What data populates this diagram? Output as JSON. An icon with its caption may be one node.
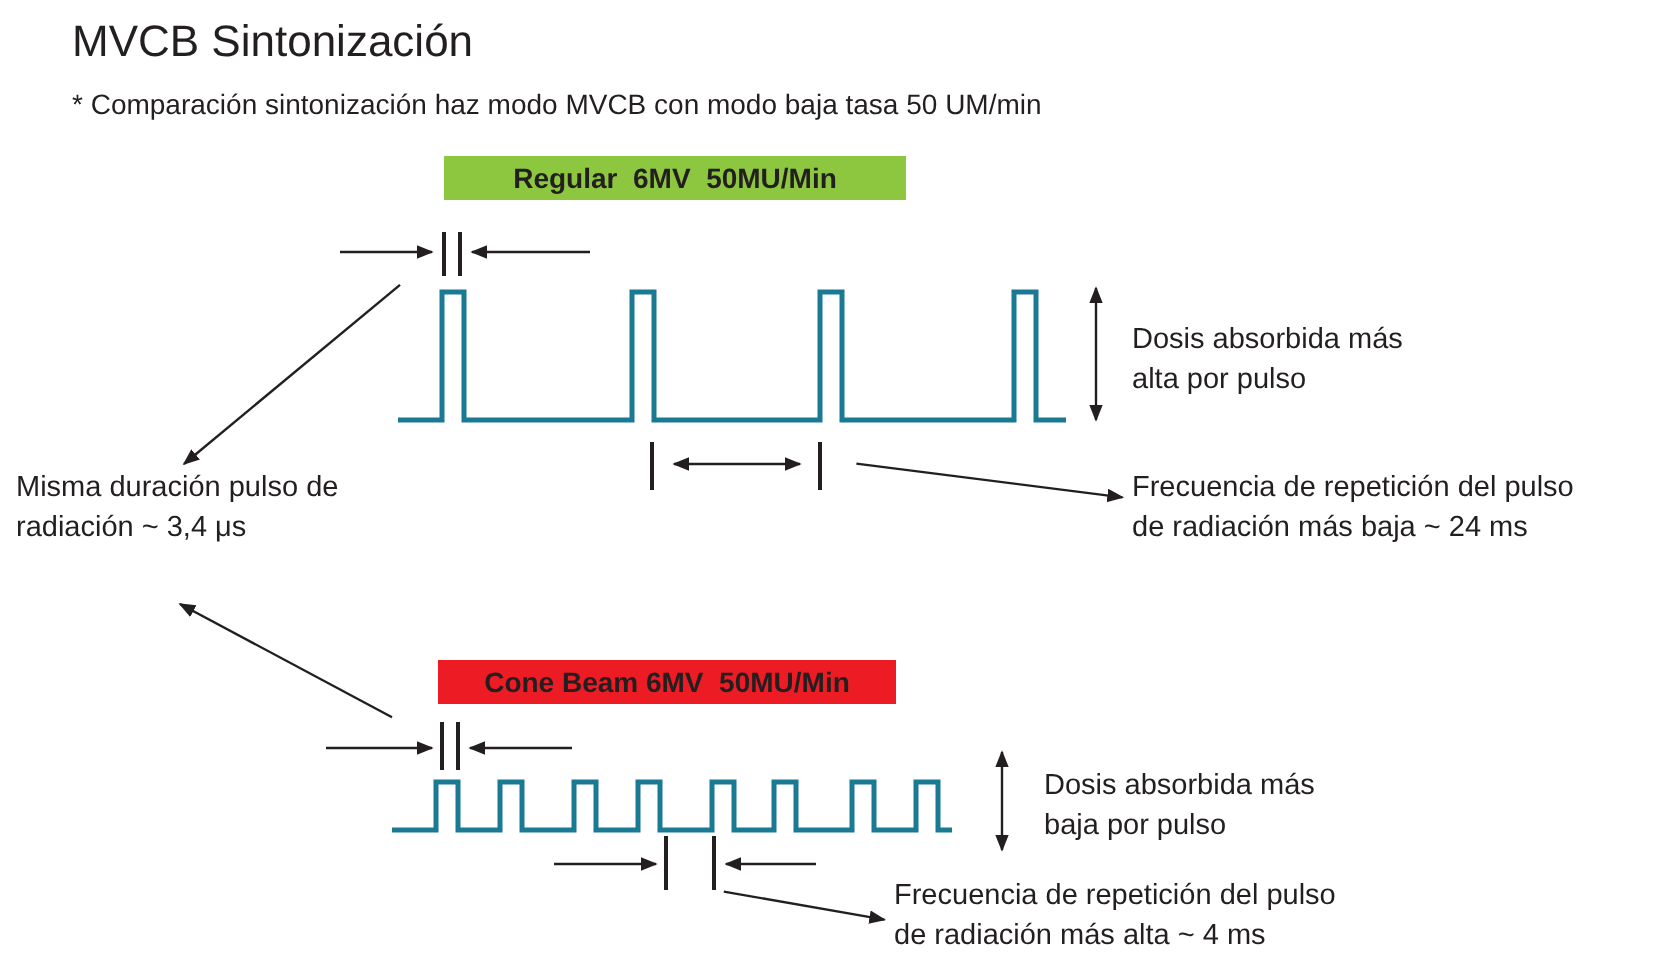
{
  "diagram": {
    "title": "MVCB Sintonización",
    "nodes": [
      {
        "text": [
          "Regular  6MV  50MU/Min"
        ]
      },
      {
        "text": [
          "Cone Beam 6MV  50MU/Min"
        ]
      },
      {
        "text": [
          "Misma duración pulso de radiación ~ 3,4 μs"
        ]
      },
      {
        "text": [
          "Frecuencia de repetición del pulso de radiación más baja ~ 24 ms"
        ]
      },
      {
        "text": [
          "Frecuencia de repetición del pulso de radiación más alta ~ 4 ms"
        ]
      },
      {
        "text": [],
        "shape": "bar"
      },
      {
        "text": [],
        "shape": "bar"
      },
      {
        "text": [],
        "shape": "bar"
      },
      {
        "text": [],
        "shape": "bar"
      }
    ],
    "edges": [
      {
        "from": 5,
        "to": 2,
        "arrow": "to"
      },
      {
        "from": 6,
        "to": 2,
        "arrow": "to"
      },
      {
        "from": 7,
        "to": 3,
        "arrow": "to"
      },
      {
        "from": 8,
        "to": 4,
        "arrow": "to"
      }
    ],
    "labels": [
      "* Comparación sintonización haz modo  MVCB con modo baja tasa 50 UM/min",
      "Dosis absorbida más alta por pulso",
      "Dosis absorbida más baja por pulso"
    ]
  }
}
